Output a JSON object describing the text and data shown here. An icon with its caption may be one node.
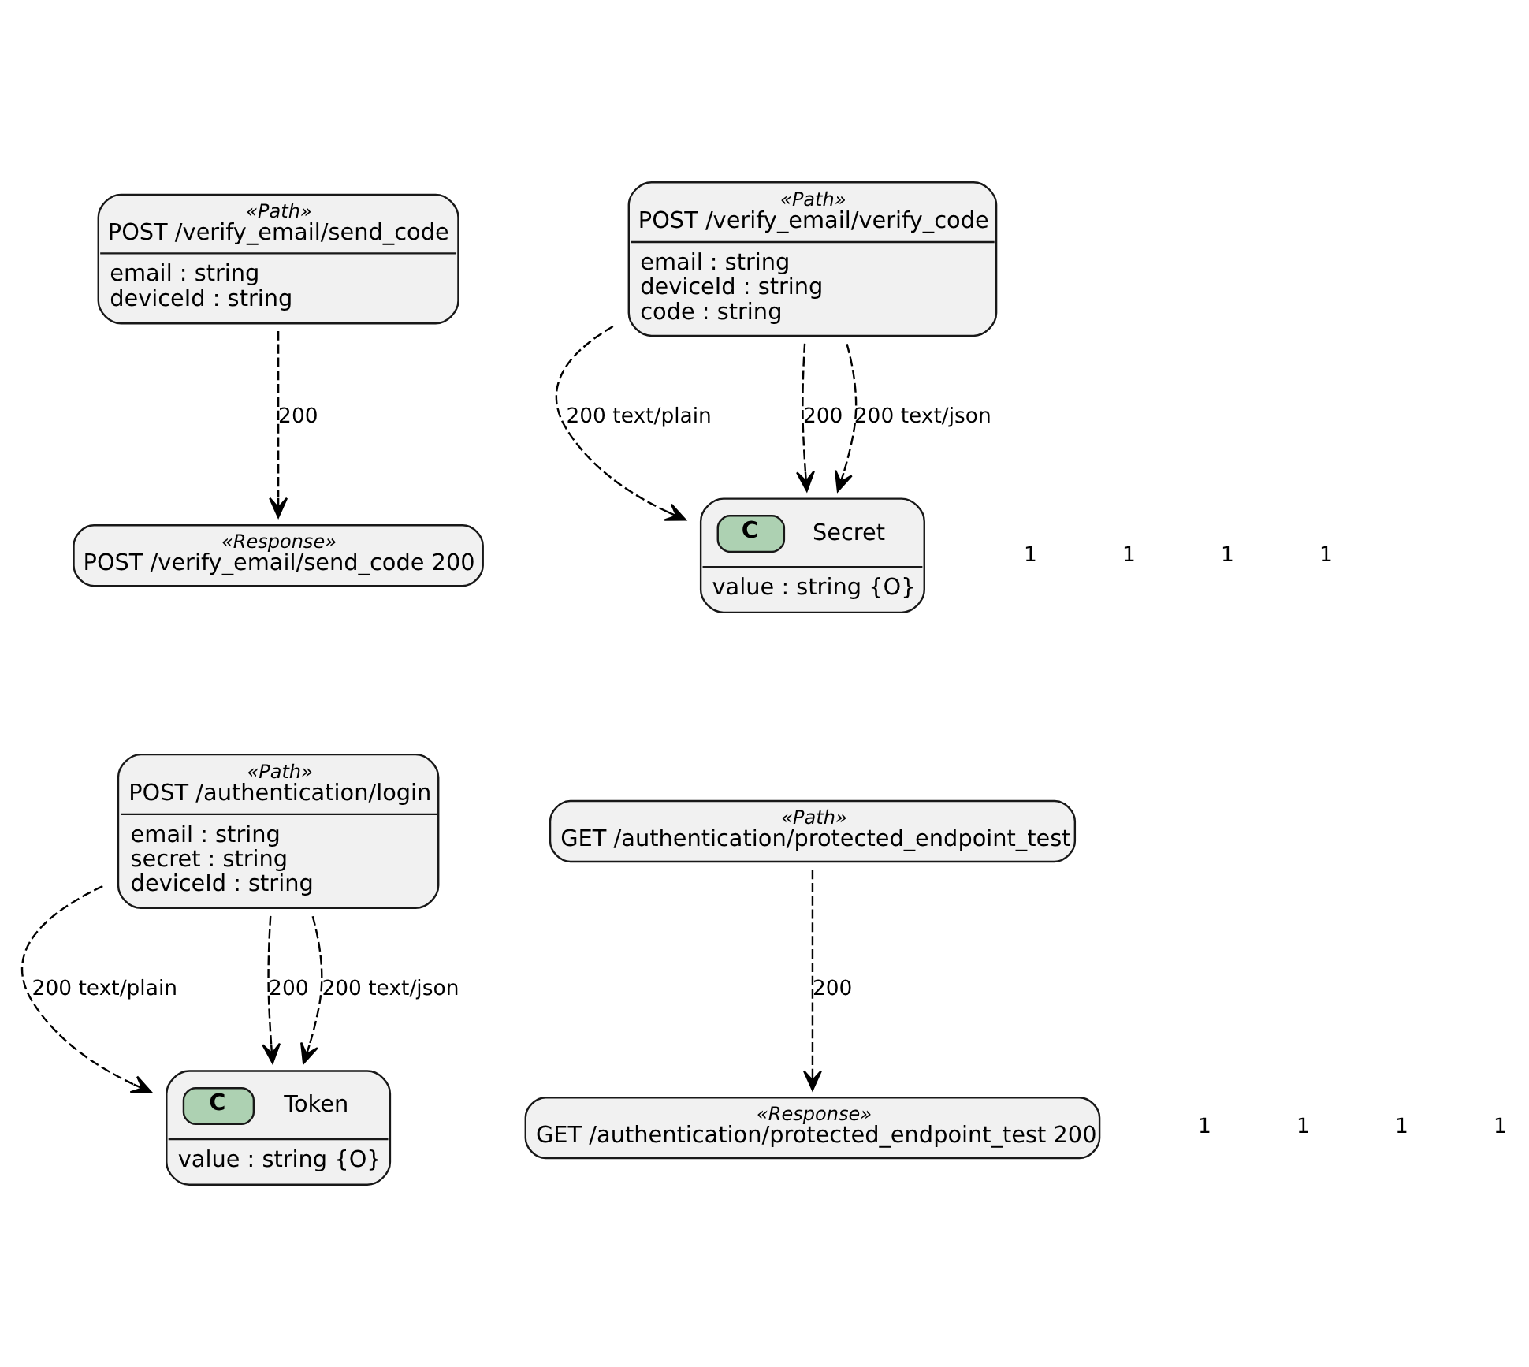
{
  "diagram": {
    "nodes": [
      {
        "text": [
          "«Path»",
          "POST /verify_email/send_code",
          "email : string",
          "deviceId : string"
        ]
      },
      {
        "text": [
          "«Response»",
          "POST /verify_email/send_code 200"
        ]
      },
      {
        "text": [
          "«Path»",
          "POST /verify_email/verify_code",
          "email : string",
          "deviceId : string",
          "code : string"
        ]
      },
      {
        "text": [
          "C",
          "Secret",
          "value : string {O}"
        ]
      },
      {
        "text": [
          "«Path»",
          "POST /authentication/login",
          "email : string",
          "secret : string",
          "deviceId : string"
        ]
      },
      {
        "text": [
          "C",
          "Token",
          "value : string {O}"
        ]
      },
      {
        "text": [
          "«Path»",
          "GET /authentication/protected_endpoint_test"
        ]
      },
      {
        "text": [
          "«Response»",
          "GET /authentication/protected_endpoint_test 200"
        ]
      }
    ],
    "edges": [
      {
        "from": 0,
        "to": 1,
        "arrow": "to",
        "style": "dashed",
        "label": "200"
      },
      {
        "from": 2,
        "to": 3,
        "arrow": "to",
        "style": "dashed",
        "label": "200 text/plain"
      },
      {
        "from": 2,
        "to": 3,
        "arrow": "to",
        "style": "dashed",
        "label": "200"
      },
      {
        "from": 2,
        "to": 3,
        "arrow": "to",
        "style": "dashed",
        "label": "200 text/json"
      },
      {
        "from": 4,
        "to": 5,
        "arrow": "to",
        "style": "dashed",
        "label": "200 text/plain"
      },
      {
        "from": 4,
        "to": 5,
        "arrow": "to",
        "style": "dashed",
        "label": "200"
      },
      {
        "from": 4,
        "to": 5,
        "arrow": "to",
        "style": "dashed",
        "label": "200 text/json"
      },
      {
        "from": 6,
        "to": 7,
        "arrow": "to",
        "style": "dashed",
        "label": "200"
      }
    ],
    "labels": [
      "1",
      "1",
      "1",
      "1",
      "1",
      "1",
      "1",
      "1"
    ]
  }
}
